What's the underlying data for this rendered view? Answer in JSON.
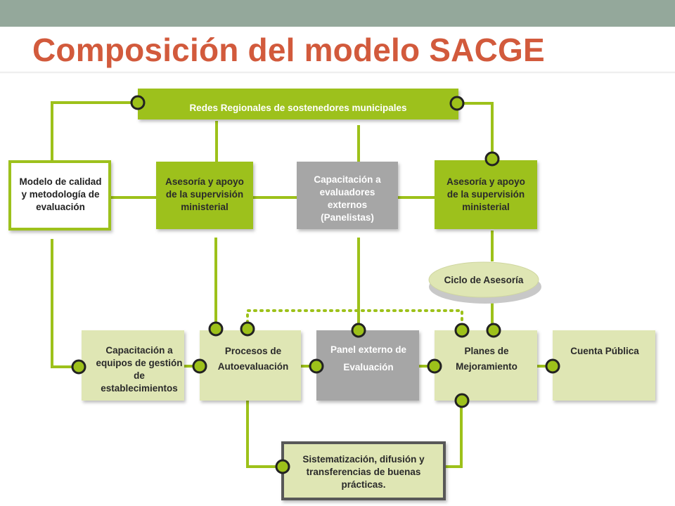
{
  "page": {
    "title": "Composición del modelo SACGE"
  },
  "colors": {
    "header_bar": "#94a89b",
    "title": "#d25a3c",
    "green": "#9dc11a",
    "light_green": "#dfe6b4",
    "gray": "#a6a6a6",
    "white": "#ffffff"
  },
  "nodes": {
    "redes": "Redes Regionales de sostenedores municipales",
    "modelo": [
      "Modelo de calidad",
      "y metodología de",
      "evaluación"
    ],
    "asesoria_left": [
      "Asesoría y apoyo",
      "de la supervisión",
      "ministerial"
    ],
    "capacitacion_eval": [
      "Capacitación a",
      "evaluadores",
      "externos",
      "(Panelistas)"
    ],
    "asesoria_right": [
      "Asesoría y apoyo",
      "de la supervisión",
      "ministerial"
    ],
    "ciclo": "Ciclo de Asesoría",
    "capacitacion_equipos": [
      "Capacitación a",
      "equipos de gestión",
      "de",
      "establecimientos"
    ],
    "procesos": [
      "Procesos de",
      "Autoevaluación"
    ],
    "panel": [
      "Panel externo de",
      "Evaluación"
    ],
    "planes": [
      "Planes de",
      "Mejoramiento"
    ],
    "cuenta": "Cuenta Pública",
    "sistematizacion": [
      "Sistematización, difusión y",
      "transferencias de buenas",
      "prácticas."
    ]
  }
}
